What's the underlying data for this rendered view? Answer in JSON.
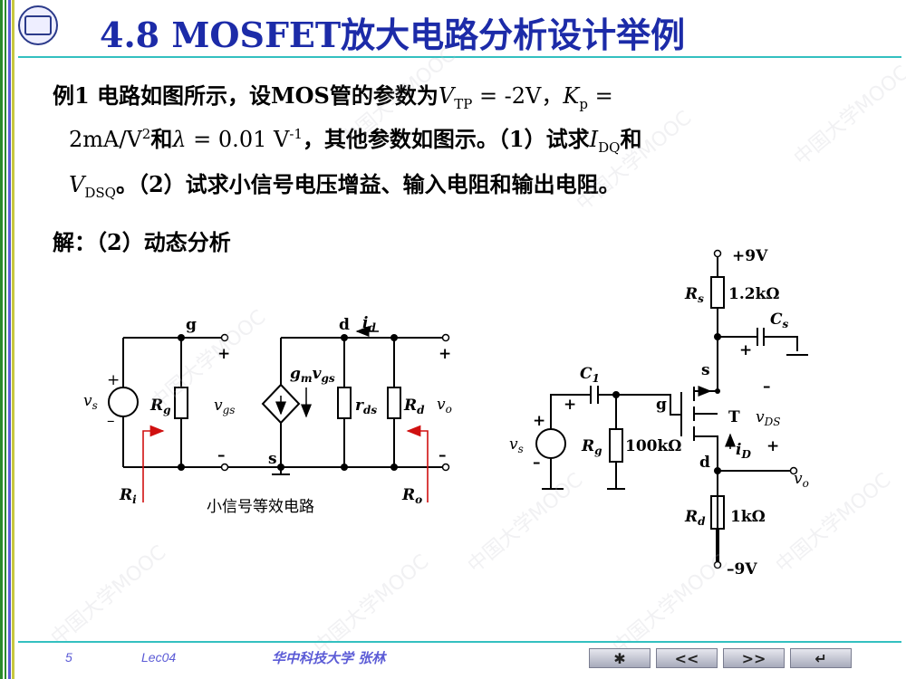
{
  "title": "4.8  MOSFET放大电路分析设计举例",
  "problem": {
    "line1_a": "例1  电路如图所示，设MOS管的参数为",
    "vtp_sym": "V",
    "vtp_sub": "TP",
    "vtp_val": " = -2V，",
    "kp_sym": "K",
    "kp_sub": "p",
    "kp_eq": " =",
    "line2_a": "2mA/V",
    "line2_sup": "2",
    "line2_b": "和",
    "lambda": "λ",
    "line2_c": " = 0.01 V",
    "line2_sup2": "-1",
    "line2_d": "，其他参数如图示。（1）试求",
    "idq_sym": "I",
    "idq_sub": "DQ",
    "line2_e": "和",
    "vdsq_sym": "V",
    "vdsq_sub": "DSQ",
    "line3_a": "。（2）试求小信号电压增益、输入电阻和输出电阻。"
  },
  "solution_label": "解：（2）动态分析",
  "small_signal": {
    "caption": "小信号等效电路",
    "vs": "v",
    "vs_sub": "s",
    "rg": "R",
    "rg_sub": "g",
    "vgs": "v",
    "vgs_sub": "gs",
    "g": "g",
    "d": "d",
    "s": "s",
    "id": "i",
    "id_sub": "d",
    "gm": "g",
    "gm_sub": "m",
    "gm_v": "v",
    "gm_v_sub": "gs",
    "rds": "r",
    "rds_sub": "ds",
    "rd": "R",
    "rd_sub": "d",
    "vo": "v",
    "vo_sub": "o",
    "ri": "R",
    "ri_sub": "i",
    "ro": "R",
    "ro_sub": "o",
    "plus": "+",
    "minus": "–"
  },
  "schematic": {
    "vdd": "+9V",
    "vss": "–9V",
    "rs": "R",
    "rs_sub": "s",
    "rs_val": "1.2kΩ",
    "cs": "C",
    "cs_sub": "s",
    "c1": "C",
    "c1_sub": "1",
    "rg": "R",
    "rg_sub": "g",
    "rg_val": "100kΩ",
    "rd": "R",
    "rd_sub": "d",
    "rd_val": "1kΩ",
    "t": "T",
    "vds": "v",
    "vds_sub": "DS",
    "id": "i",
    "id_sub": "D",
    "vo": "v",
    "vo_sub": "o",
    "vs": "v",
    "vs_sub": "s",
    "g": "g",
    "s": "s",
    "d": "d",
    "plus": "+",
    "minus": "–"
  },
  "footer": {
    "page": "5",
    "lecture": "Lec04",
    "author": "华中科技大学   张林",
    "nav_star": "✱",
    "nav_prev": "<<",
    "nav_next": ">>",
    "nav_back": "↵"
  },
  "watermark": "中国大学MOOC"
}
